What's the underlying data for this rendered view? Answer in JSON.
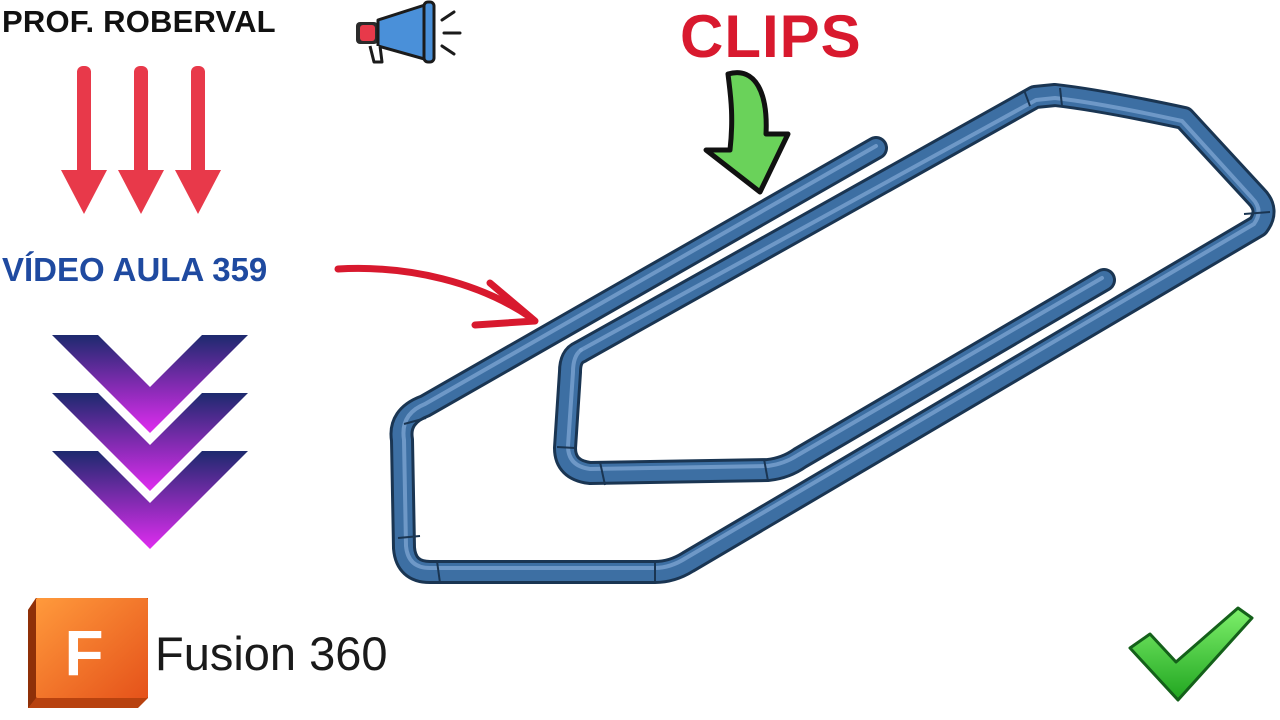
{
  "header": {
    "author": "PROF. ROBERVAL",
    "title": "CLIPS"
  },
  "lesson": {
    "label": "VÍDEO AULA 359"
  },
  "brand": {
    "logo_letter": "F",
    "product_name": "Fusion 360"
  },
  "icons": {
    "megaphone": "megaphone-icon",
    "down_arrows": "down-arrows-icon",
    "chevrons": "chevrons-down-icon",
    "pointer_arrow": "curved-arrow-icon",
    "green_arrow": "green-arrow-icon",
    "check": "checkmark-icon"
  },
  "colors": {
    "title_red": "#d8192e",
    "arrow_red": "#e8394a",
    "lesson_blue": "#1f4aa0",
    "clip_blue": "#3d6fa3",
    "check_green": "#3fcf3f",
    "logo_orange": "#f26b1d"
  }
}
